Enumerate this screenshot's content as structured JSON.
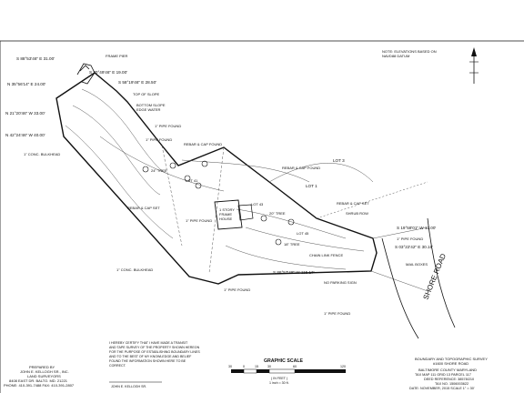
{
  "notes": {
    "elevations": [
      "NOTE: ELEVATIONS BASED ON",
      "NAVD88 DATUM"
    ]
  },
  "bearings": [
    "S 88°53'46\" E 31.00'",
    "S 30°49'46\" E 19.00'",
    "S 58°19'46\" E 28.50'",
    "N 35°56'14\" E 24.00'",
    "N 21°20'46\" W 33.00'",
    "N 42°24'46\" W 40.00'",
    "S 19°58'01\" W 12.00'",
    "S 03°22'42\" E 30.16'",
    "S 86°57'48\" W 115.17'"
  ],
  "labels": {
    "frame_pier": "FRAME PIER",
    "top_of_slope": "TOP OF SLOPE",
    "bottom_slope": [
      "BOTTOM SLOPE",
      "EDGE WATER"
    ],
    "pipe_found": "1\" PIPE FOUND",
    "conc_bulkhead": "1\" CONC. BULKHEAD",
    "rebar_cap": "REBAR & CAP FOUND",
    "rebar_cap_set": "REBAR & CAP SET",
    "shrub_row": "SHRUB ROW",
    "story_house": [
      "1 STORY",
      "FRAME",
      "HOUSE"
    ],
    "lot3": "LOT 3",
    "lot1": "LOT 1",
    "lot41": "LOT 41",
    "lot43": "LOT 43",
    "lot45": "LOT 45",
    "parking_sign": "NO PARKING SIGN",
    "chain_link": "CHAIN LINK FENCE",
    "mailboxes": "MAIL BOXES",
    "road": "SHORE ROAD",
    "tree24": "24\" TREE",
    "tree20": "20\" TREE",
    "tree18": "18\" TREE"
  },
  "certification": [
    "I HEREBY CERTIFY THAT I HAVE MADE A TRANSIT",
    "AND TAPE SURVEY OF THE PROPERTY SHOWN HEREON",
    "FOR THE PURPOSE OF ESTABLISHING BOUNDARY LINES",
    "AND TO THE BEST OF MY KNOWLEDGE AND BELIEF",
    "FOUND THE INFORMATION SHOWN HERE TO BE",
    "CORRECT."
  ],
  "surveyor": [
    "PREPARED BY",
    "JOHN E. KELLOGH SR., INC.",
    "LAND SURVEYORS",
    "8408 EAST DR. BALTO. MD. 21221",
    "PHONE: 410-391-7488 FAX: 410-391-2807"
  ],
  "signature_name": "JOHN E. KELLOGH SR.",
  "scale": {
    "title": "GRAPHIC SCALE",
    "ticks": [
      "30",
      "0",
      "15",
      "30",
      "60",
      "120"
    ],
    "unit": "( IN FEET )",
    "ratio": "1 inch = 30 ft."
  },
  "title_block": [
    "BOUNDARY AND TOPOGRAPHIC SURVEY",
    "#1600 SHORE ROAD",
    "BALTIMORE COUNTY MARYLAND",
    "TAX MAP 111 GRID 13 PARCEL 117",
    "DEED REFERENCE: 38578/210",
    "TAX NO. 1506003622",
    "DATE: NOVEMBER, 2015 SCALE 1\" = 30'"
  ]
}
